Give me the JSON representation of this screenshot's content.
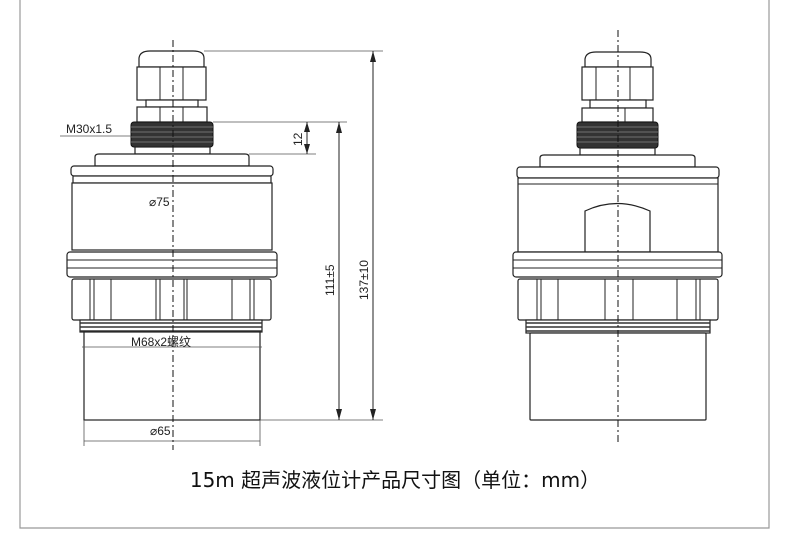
{
  "labels": {
    "thread_top": "M30x1.5",
    "dim_12": "12",
    "dia_75": "⌀75",
    "thread_bottom": "M68x2螺纹",
    "dia_65": "⌀65",
    "dim_111": "111±5",
    "dim_137": "137±10"
  },
  "caption": "15m 超声波液位计产品尺寸图（单位：mm）"
}
